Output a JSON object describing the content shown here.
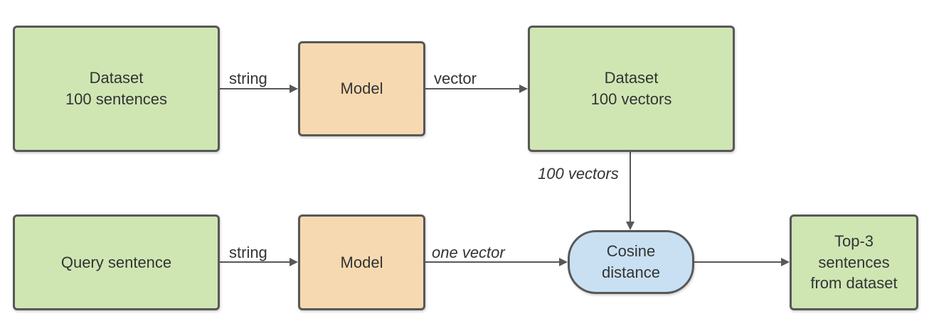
{
  "nodes": {
    "dataset_sentences": {
      "label": "Dataset\n100 sentences",
      "fill": "#cfe6b3"
    },
    "model_top": {
      "label": "Model",
      "fill": "#f6d9b0"
    },
    "dataset_vectors": {
      "label": "Dataset\n100 vectors",
      "fill": "#cfe6b3"
    },
    "query_sentence": {
      "label": "Query sentence",
      "fill": "#cfe6b3"
    },
    "model_bottom": {
      "label": "Model",
      "fill": "#f6d9b0"
    },
    "cosine_distance": {
      "label": "Cosine\ndistance",
      "fill": "#c9e0f2"
    },
    "top3": {
      "label": "Top-3\nsentences\nfrom dataset",
      "fill": "#cfe6b3"
    }
  },
  "edges": {
    "string_top": "string",
    "vector_top": "vector",
    "hundred_vectors": "100 vectors",
    "string_bottom": "string",
    "one_vector": "one vector"
  },
  "colors": {
    "stroke": "#585858",
    "text": "#333333"
  }
}
